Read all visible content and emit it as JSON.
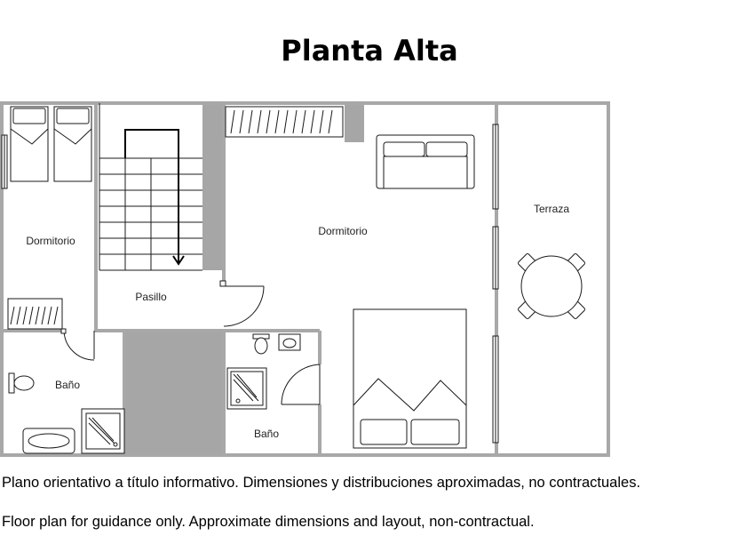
{
  "title": "Planta Alta",
  "rooms": {
    "bedroom_left": "Dormitorio",
    "hallway": "Pasillo",
    "bedroom_main": "Dormitorio",
    "terrace": "Terraza",
    "bathroom_left": "Baño",
    "bathroom_center": "Baño"
  },
  "notes": {
    "spanish": "Plano orientativo a título informativo. Dimensiones y distribuciones aproximadas, no contractuales.",
    "english": "Floor plan for guidance only. Approximate dimensions and layout, non-contractual."
  },
  "colors": {
    "wall": "#a8a8a8",
    "solid_block": "#a6a6a6",
    "line": "#1a1a1a"
  }
}
